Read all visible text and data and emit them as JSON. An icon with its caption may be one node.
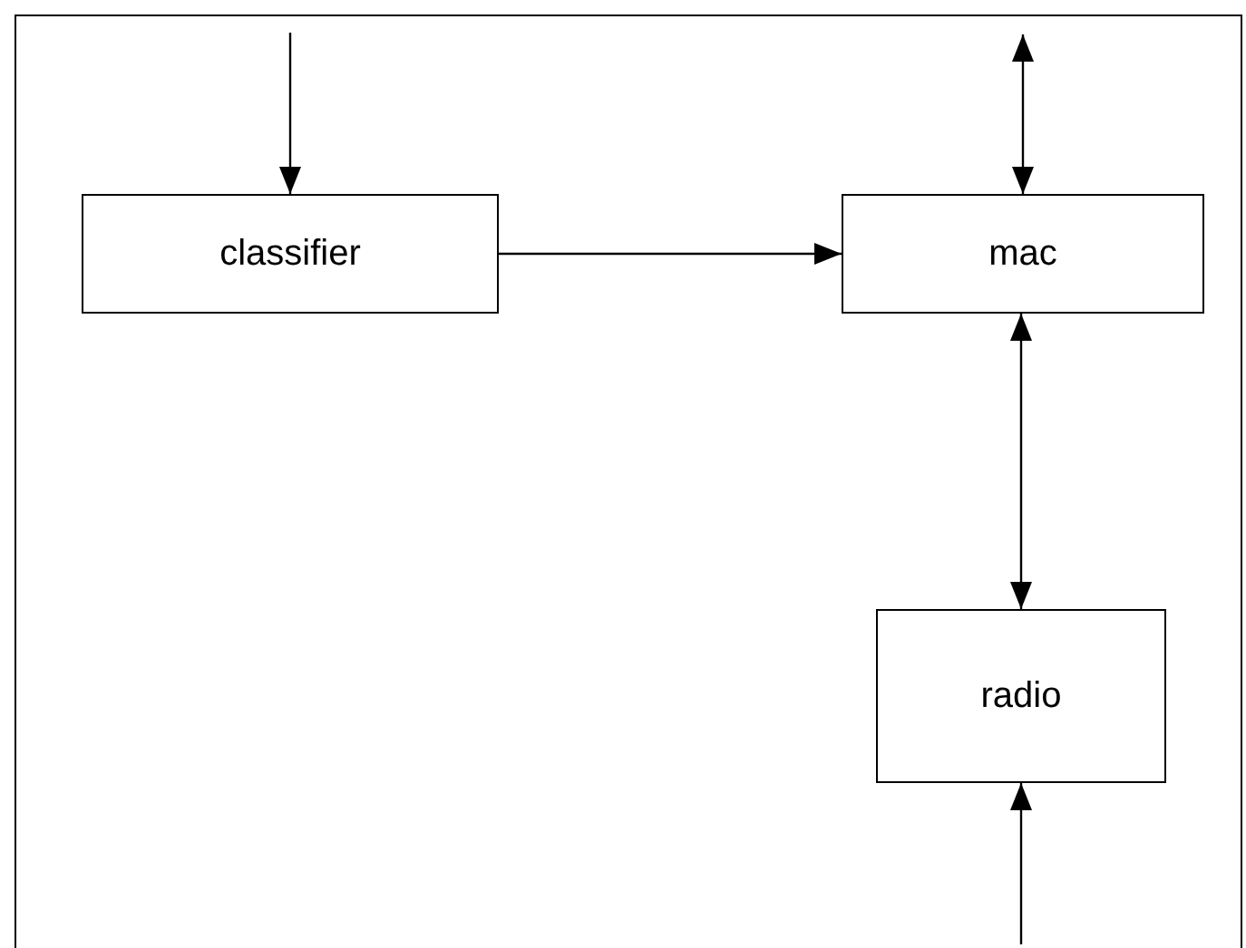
{
  "diagram": {
    "nodes": [
      {
        "text": [
          "classifier"
        ]
      },
      {
        "text": [
          "mac"
        ]
      },
      {
        "text": [
          "radio"
        ]
      }
    ],
    "edges": [
      {
        "from": null,
        "to": 0,
        "arrow": "to"
      },
      {
        "from": 0,
        "to": 1,
        "arrow": "to"
      },
      {
        "from": null,
        "to": 1,
        "arrow": "both"
      },
      {
        "from": 1,
        "to": 2,
        "arrow": "both"
      },
      {
        "from": null,
        "to": 2,
        "arrow": "to"
      }
    ]
  }
}
